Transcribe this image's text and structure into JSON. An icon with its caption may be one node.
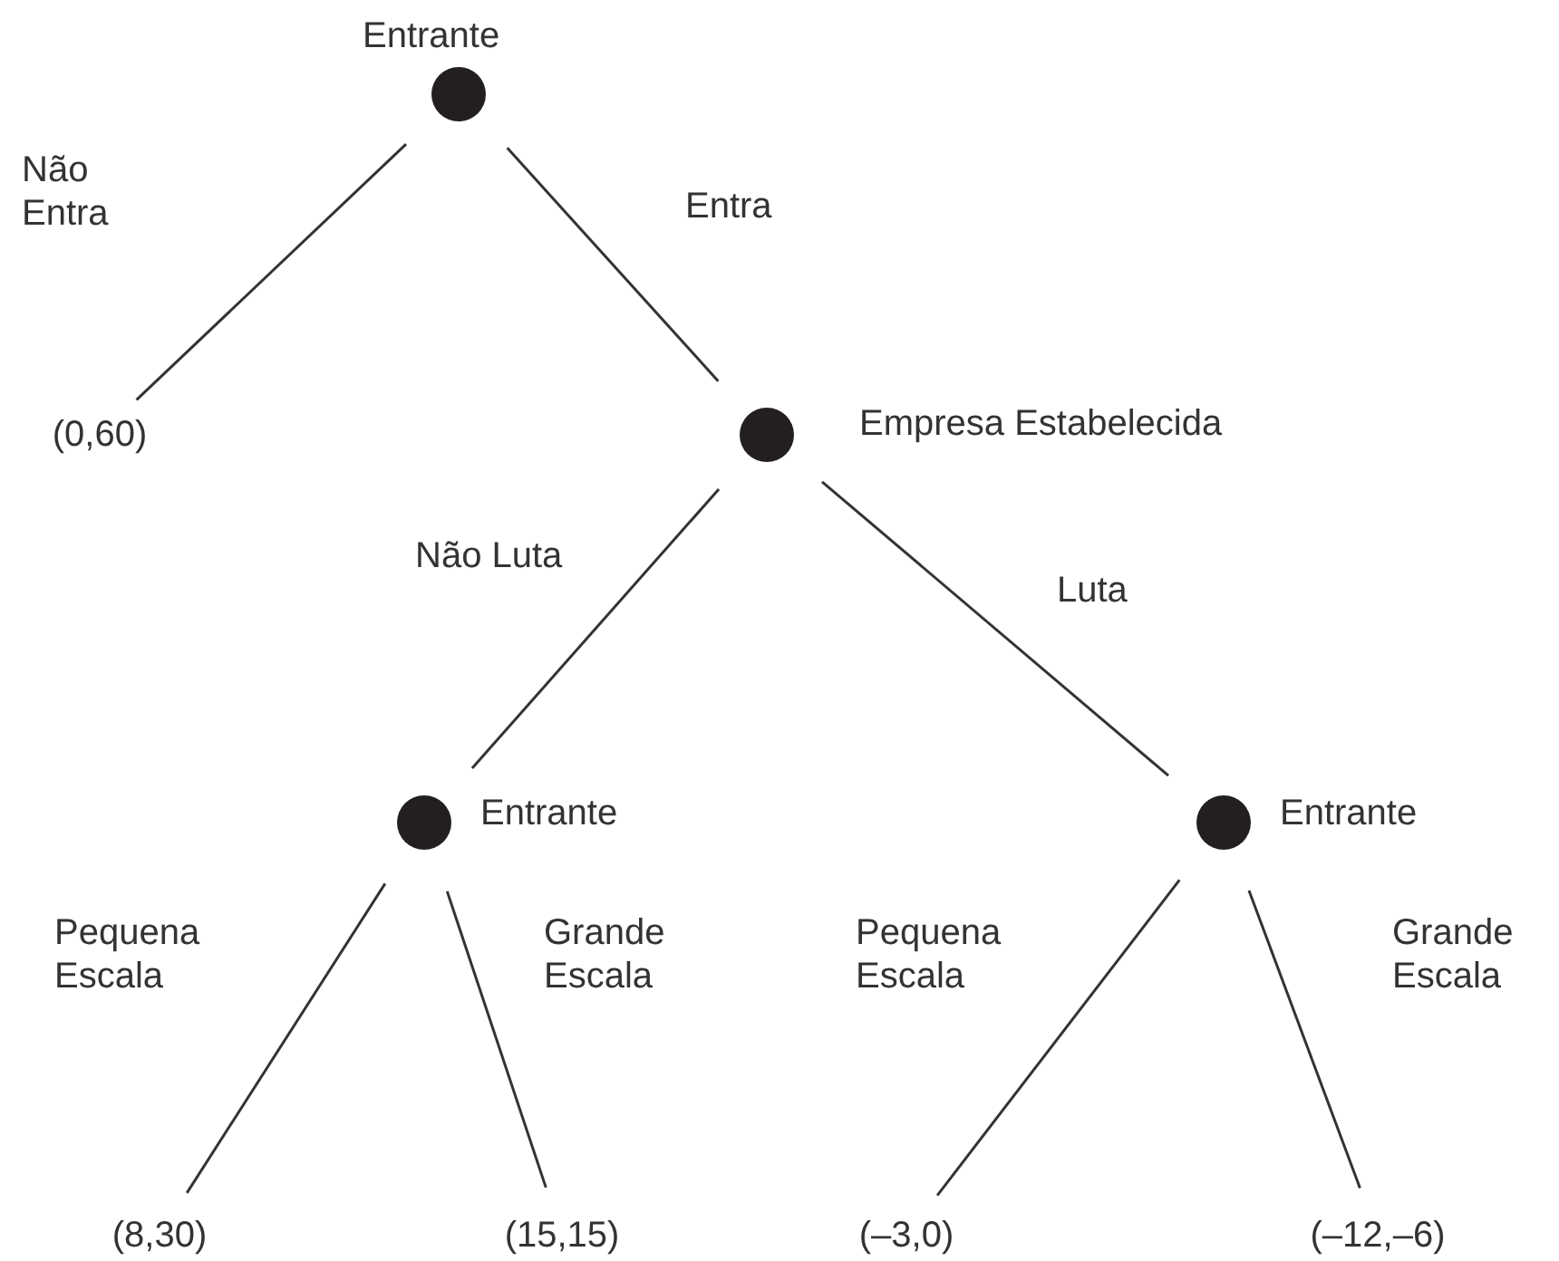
{
  "diagram": {
    "nodes": [
      {
        "text": [],
        "shape": "circle",
        "beside": [
          "Entrante"
        ]
      },
      {
        "text": [
          "(0,60)"
        ]
      },
      {
        "text": [],
        "shape": "circle",
        "beside": [
          "Empresa Estabelecida"
        ]
      },
      {
        "text": [],
        "shape": "circle",
        "beside": [
          "Entrante"
        ]
      },
      {
        "text": [],
        "shape": "circle",
        "beside": [
          "Entrante"
        ]
      },
      {
        "text": [
          "(8,30)"
        ]
      },
      {
        "text": [
          "(15,15)"
        ]
      },
      {
        "text": [
          "(–3,0)"
        ]
      },
      {
        "text": [
          "(–12,–6)"
        ]
      }
    ],
    "edges": [
      {
        "from": 0,
        "to": 1,
        "arrow": "none",
        "label": "Não Entra"
      },
      {
        "from": 0,
        "to": 2,
        "arrow": "none",
        "label": "Entra"
      },
      {
        "from": 2,
        "to": 3,
        "arrow": "none",
        "label": "Não Luta"
      },
      {
        "from": 2,
        "to": 4,
        "arrow": "none",
        "label": "Luta"
      },
      {
        "from": 3,
        "to": 5,
        "arrow": "none",
        "label": "Pequena Escala"
      },
      {
        "from": 3,
        "to": 6,
        "arrow": "none",
        "label": "Grande Escala"
      },
      {
        "from": 4,
        "to": 7,
        "arrow": "none",
        "label": "Pequena Escala"
      },
      {
        "from": 4,
        "to": 8,
        "arrow": "none",
        "label": "Grande Escala"
      }
    ]
  }
}
